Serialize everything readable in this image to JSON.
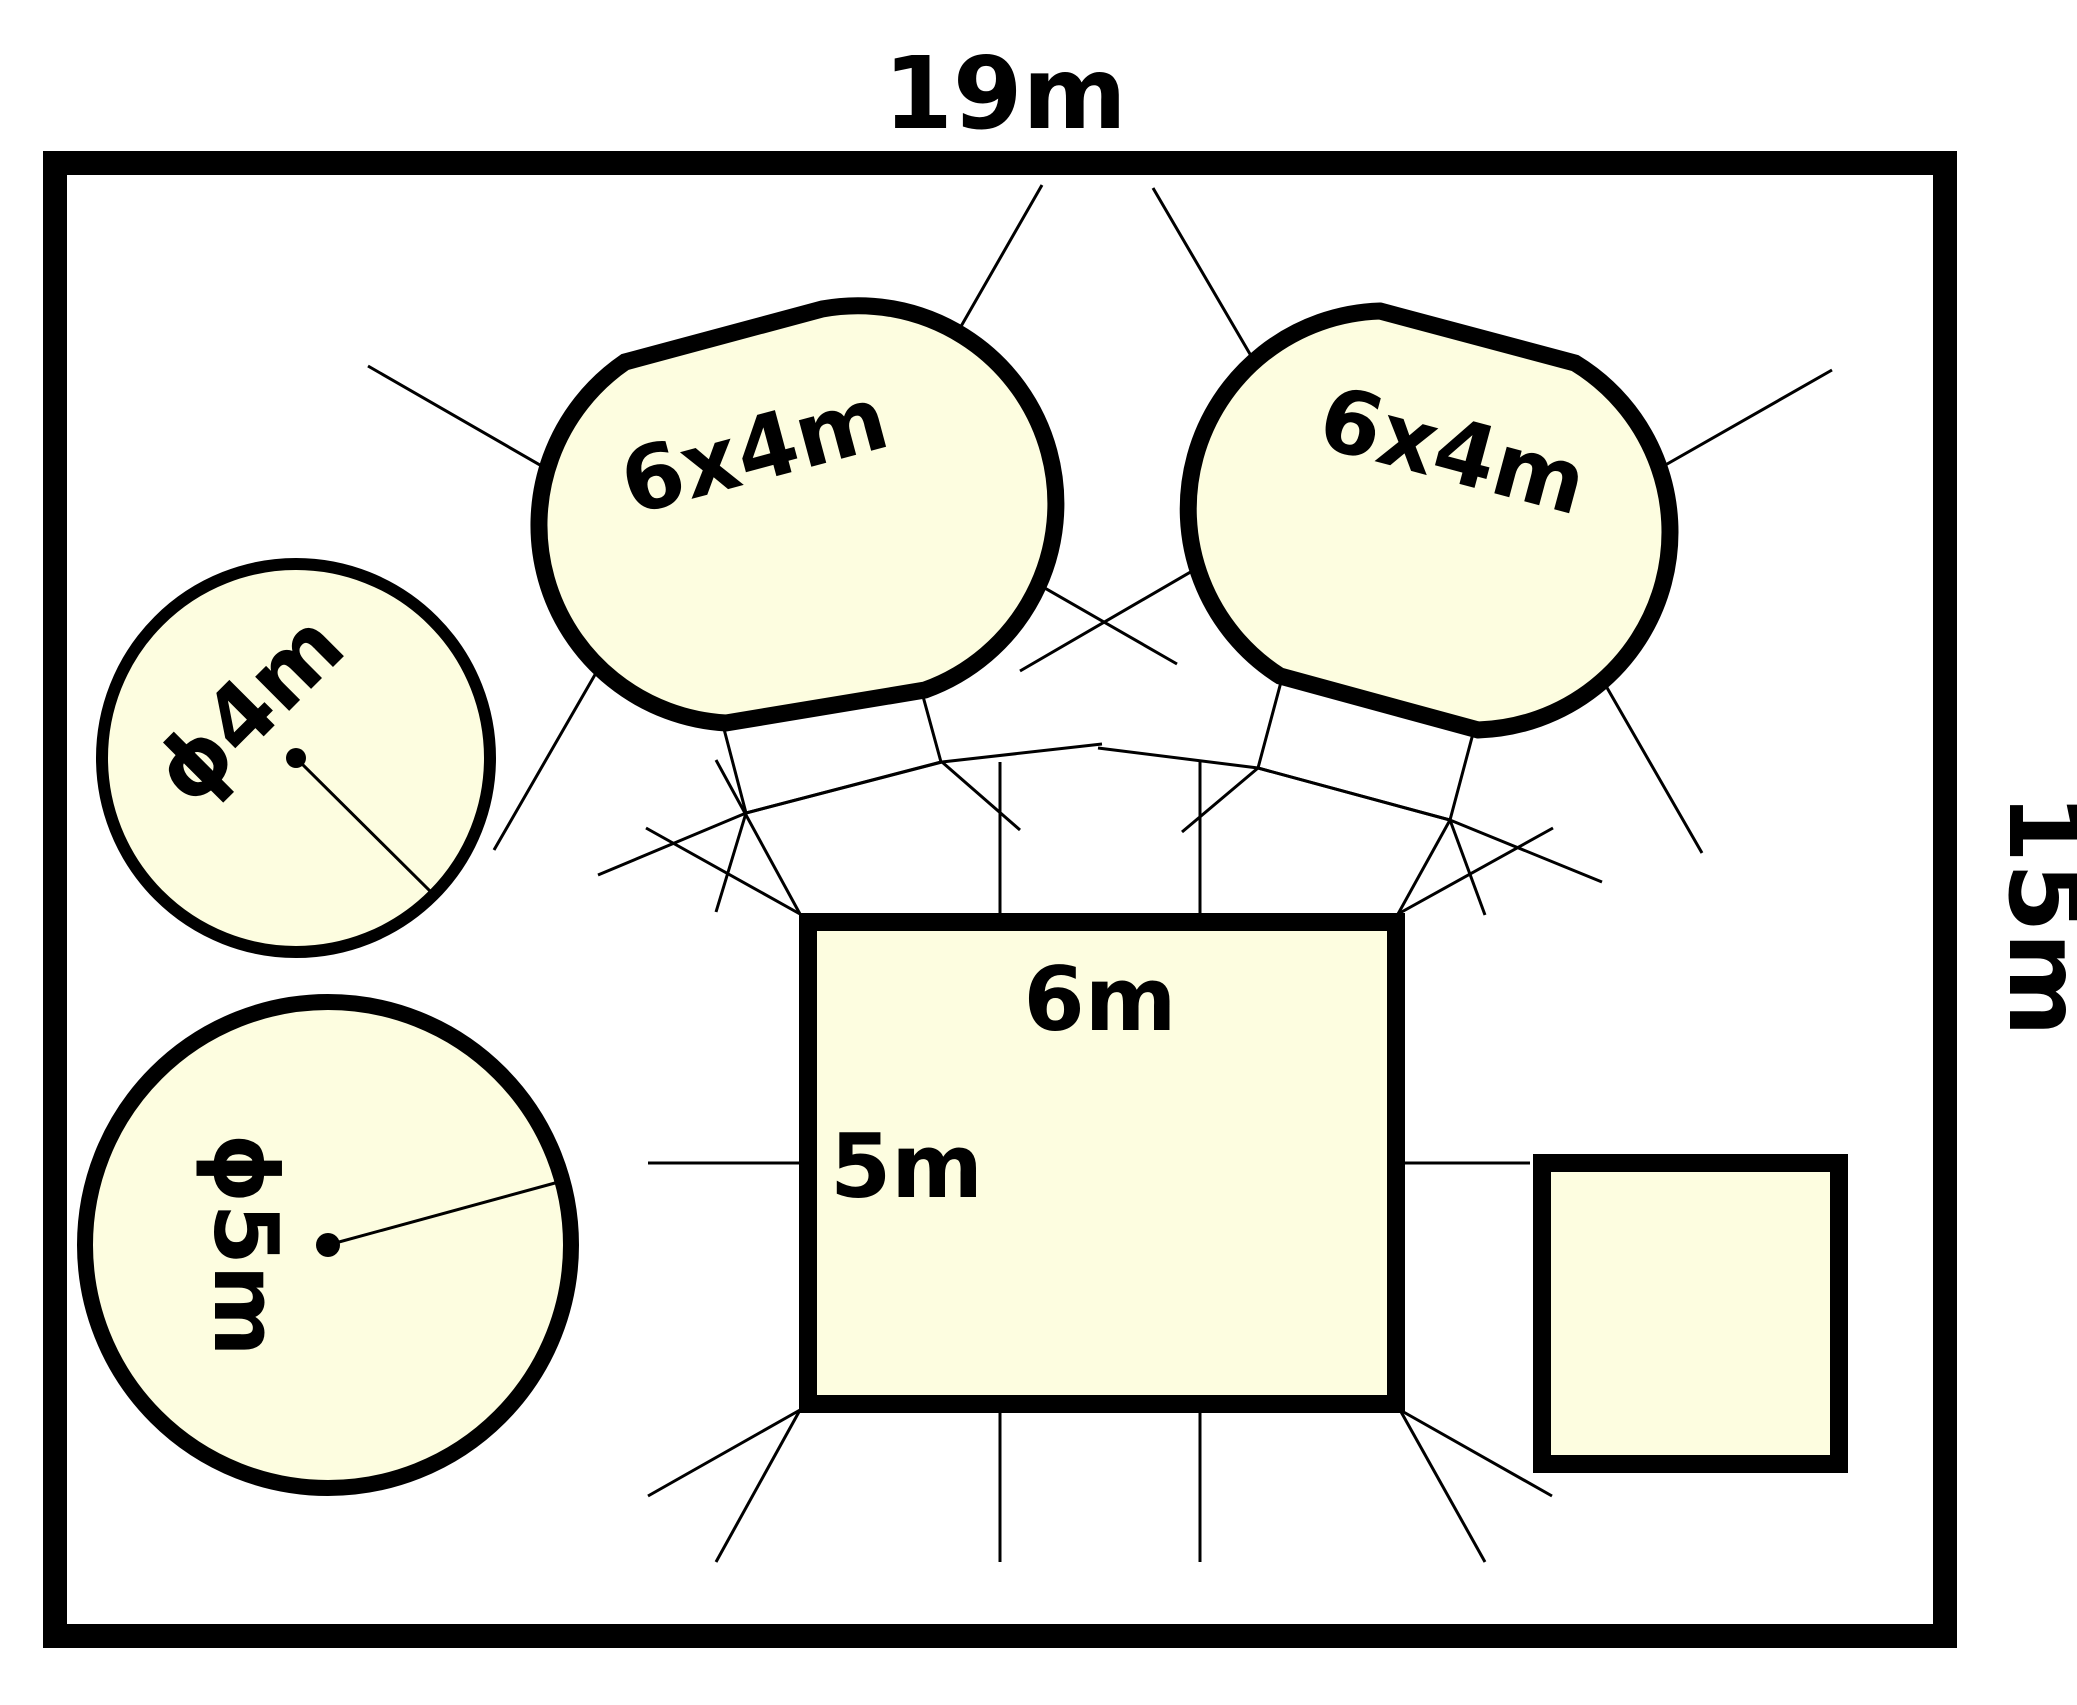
{
  "labels": {
    "room_width": "19m",
    "room_height": "15m",
    "table_left": "6x4m",
    "table_right": "6x4m",
    "circle_small": "ϕ4m",
    "circle_large": "ϕ5m",
    "rect_width": "6m",
    "rect_height": "5m"
  },
  "colors": {
    "shape_fill": "#fdfde0",
    "stroke": "#000000",
    "background": "#ffffff"
  }
}
